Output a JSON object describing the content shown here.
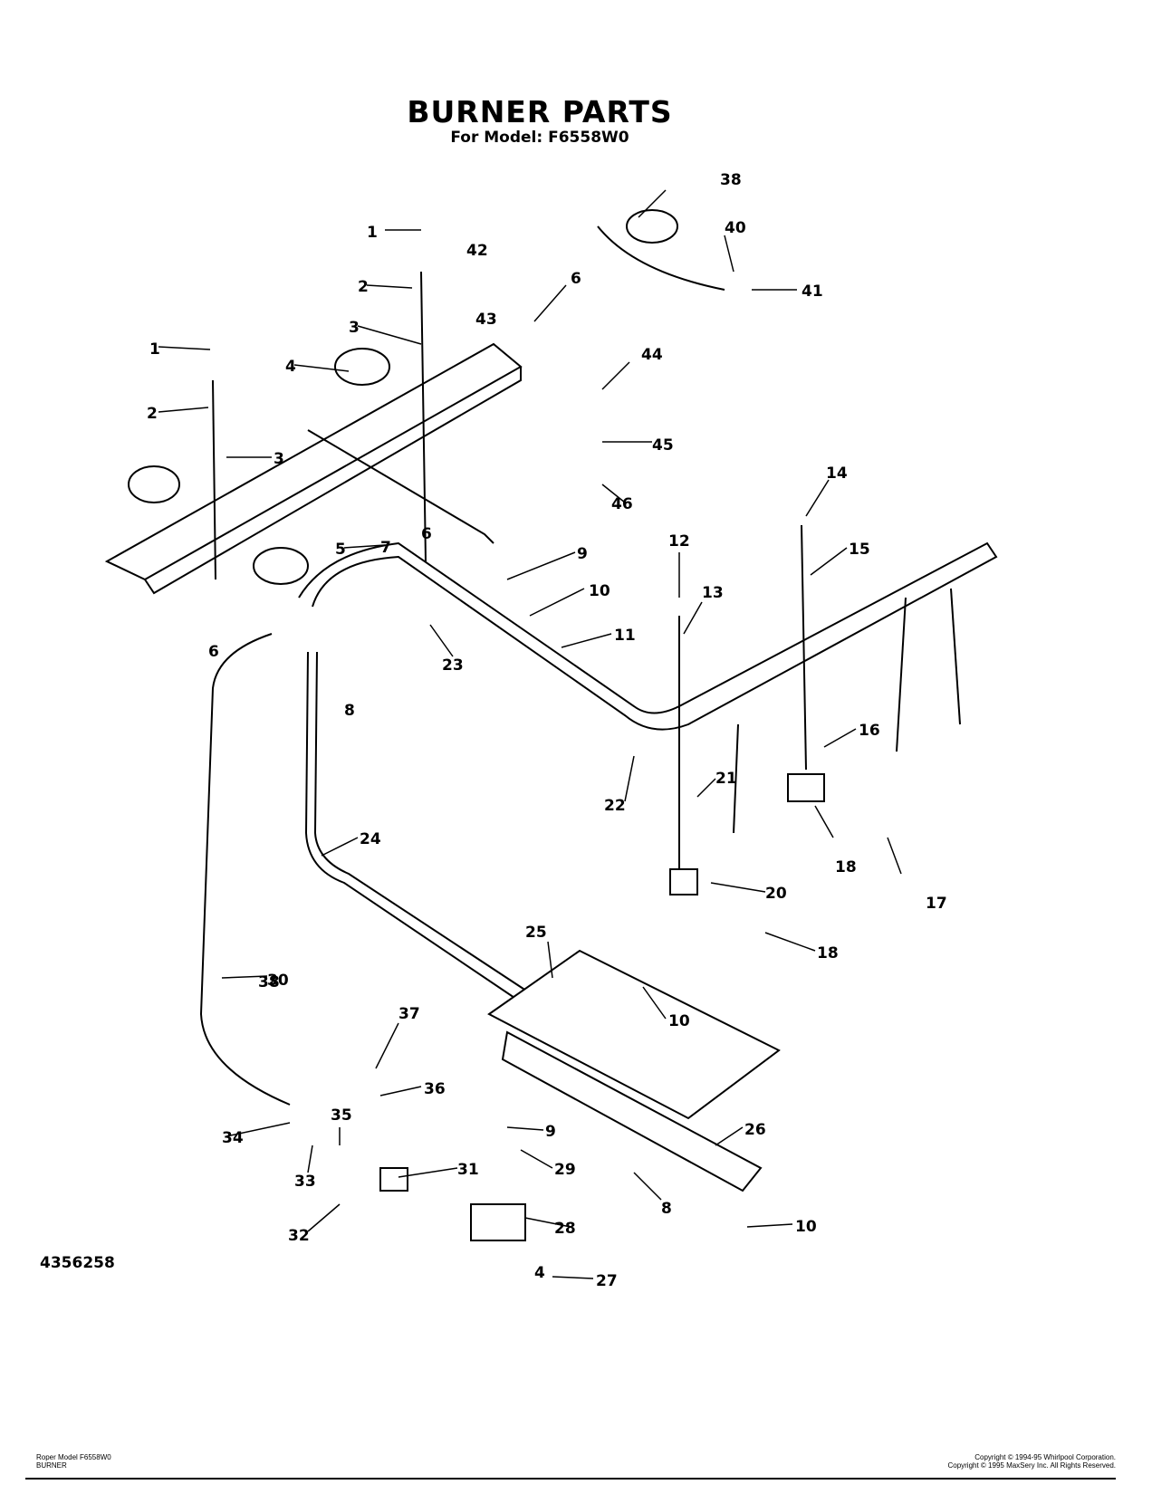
{
  "header": {
    "title": "BURNER PARTS",
    "subtitle": "For Model: F6558W0"
  },
  "callouts": [
    {
      "id": "c1a",
      "label": "1"
    },
    {
      "id": "c1b",
      "label": "1"
    },
    {
      "id": "c2a",
      "label": "2"
    },
    {
      "id": "c2b",
      "label": "2"
    },
    {
      "id": "c3a",
      "label": "3"
    },
    {
      "id": "c3b",
      "label": "3"
    },
    {
      "id": "c4",
      "label": "4"
    },
    {
      "id": "c5",
      "label": "5"
    },
    {
      "id": "c6a",
      "label": "6"
    },
    {
      "id": "c6b",
      "label": "6"
    },
    {
      "id": "c6c",
      "label": "6"
    },
    {
      "id": "c7",
      "label": "7"
    },
    {
      "id": "c8a",
      "label": "8"
    },
    {
      "id": "c8b",
      "label": "8"
    },
    {
      "id": "c9a",
      "label": "9"
    },
    {
      "id": "c9b",
      "label": "9"
    },
    {
      "id": "c10a",
      "label": "10"
    },
    {
      "id": "c10b",
      "label": "10"
    },
    {
      "id": "c10c",
      "label": "10"
    },
    {
      "id": "c11",
      "label": "11"
    },
    {
      "id": "c12",
      "label": "12"
    },
    {
      "id": "c13",
      "label": "13"
    },
    {
      "id": "c14",
      "label": "14"
    },
    {
      "id": "c15",
      "label": "15"
    },
    {
      "id": "c16",
      "label": "16"
    },
    {
      "id": "c17",
      "label": "17"
    },
    {
      "id": "c18a",
      "label": "18"
    },
    {
      "id": "c18b",
      "label": "18"
    },
    {
      "id": "c20",
      "label": "20"
    },
    {
      "id": "c21",
      "label": "21"
    },
    {
      "id": "c22",
      "label": "22"
    },
    {
      "id": "c23",
      "label": "23"
    },
    {
      "id": "c24",
      "label": "24"
    },
    {
      "id": "c25",
      "label": "25"
    },
    {
      "id": "c26",
      "label": "26"
    },
    {
      "id": "c27",
      "label": "27"
    },
    {
      "id": "c28",
      "label": "28"
    },
    {
      "id": "c29",
      "label": "29"
    },
    {
      "id": "c30",
      "label": "30"
    },
    {
      "id": "c31",
      "label": "31"
    },
    {
      "id": "c32",
      "label": "32"
    },
    {
      "id": "c33",
      "label": "33"
    },
    {
      "id": "c34",
      "label": "34"
    },
    {
      "id": "c35",
      "label": "35"
    },
    {
      "id": "c36",
      "label": "36"
    },
    {
      "id": "c37",
      "label": "37"
    },
    {
      "id": "c38a",
      "label": "38"
    },
    {
      "id": "c38b",
      "label": "38"
    },
    {
      "id": "c40",
      "label": "40"
    },
    {
      "id": "c41",
      "label": "41"
    },
    {
      "id": "c42",
      "label": "42"
    },
    {
      "id": "c43",
      "label": "43"
    },
    {
      "id": "c44",
      "label": "44"
    },
    {
      "id": "c45",
      "label": "45"
    },
    {
      "id": "c46",
      "label": "46"
    }
  ],
  "footer": {
    "part_number": "4356258",
    "page_number": "4",
    "left_line1": "Roper Model F6558W0",
    "left_line2": "BURNER",
    "right_line1": "Copyright © 1994-95 Whirlpool Corporation.",
    "right_line2": "Copyright © 1995 MaxSery Inc.  All Rights Reserved."
  }
}
